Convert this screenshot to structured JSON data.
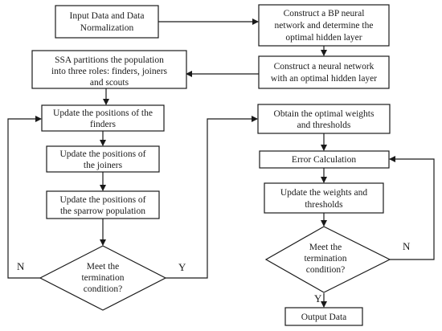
{
  "nodes": {
    "input": [
      "Input Data and Data",
      "Normalization"
    ],
    "bp": [
      "Construct a BP neural",
      "network and determine the",
      "optimal hidden layer"
    ],
    "ssa": [
      "SSA partitions the population",
      "into three roles: finders, joiners",
      "and scouts"
    ],
    "nn": [
      "Construct a neural network",
      "with an optimal hidden layer"
    ],
    "finders": [
      "Update the positions of the",
      "finders"
    ],
    "joiners": [
      "Update the positions of",
      "the joiners"
    ],
    "sparrow": [
      "Update the positions of",
      "the sparrow population"
    ],
    "meet_left": [
      "Meet the",
      "termination",
      "condition?"
    ],
    "obtain": [
      "Obtain the optimal weights",
      "and thresholds"
    ],
    "error": [
      "Error Calculation"
    ],
    "update_wt": [
      "Update the weights and",
      "thresholds"
    ],
    "meet_right": [
      "Meet the",
      "termination",
      "condition?"
    ],
    "output": [
      "Output Data"
    ]
  },
  "edge_labels": {
    "left_no": "N",
    "left_yes": "Y",
    "right_no": "N",
    "right_yes": "Y"
  },
  "colors": {
    "stroke": "#1a1a1a",
    "fill": "#ffffff"
  }
}
